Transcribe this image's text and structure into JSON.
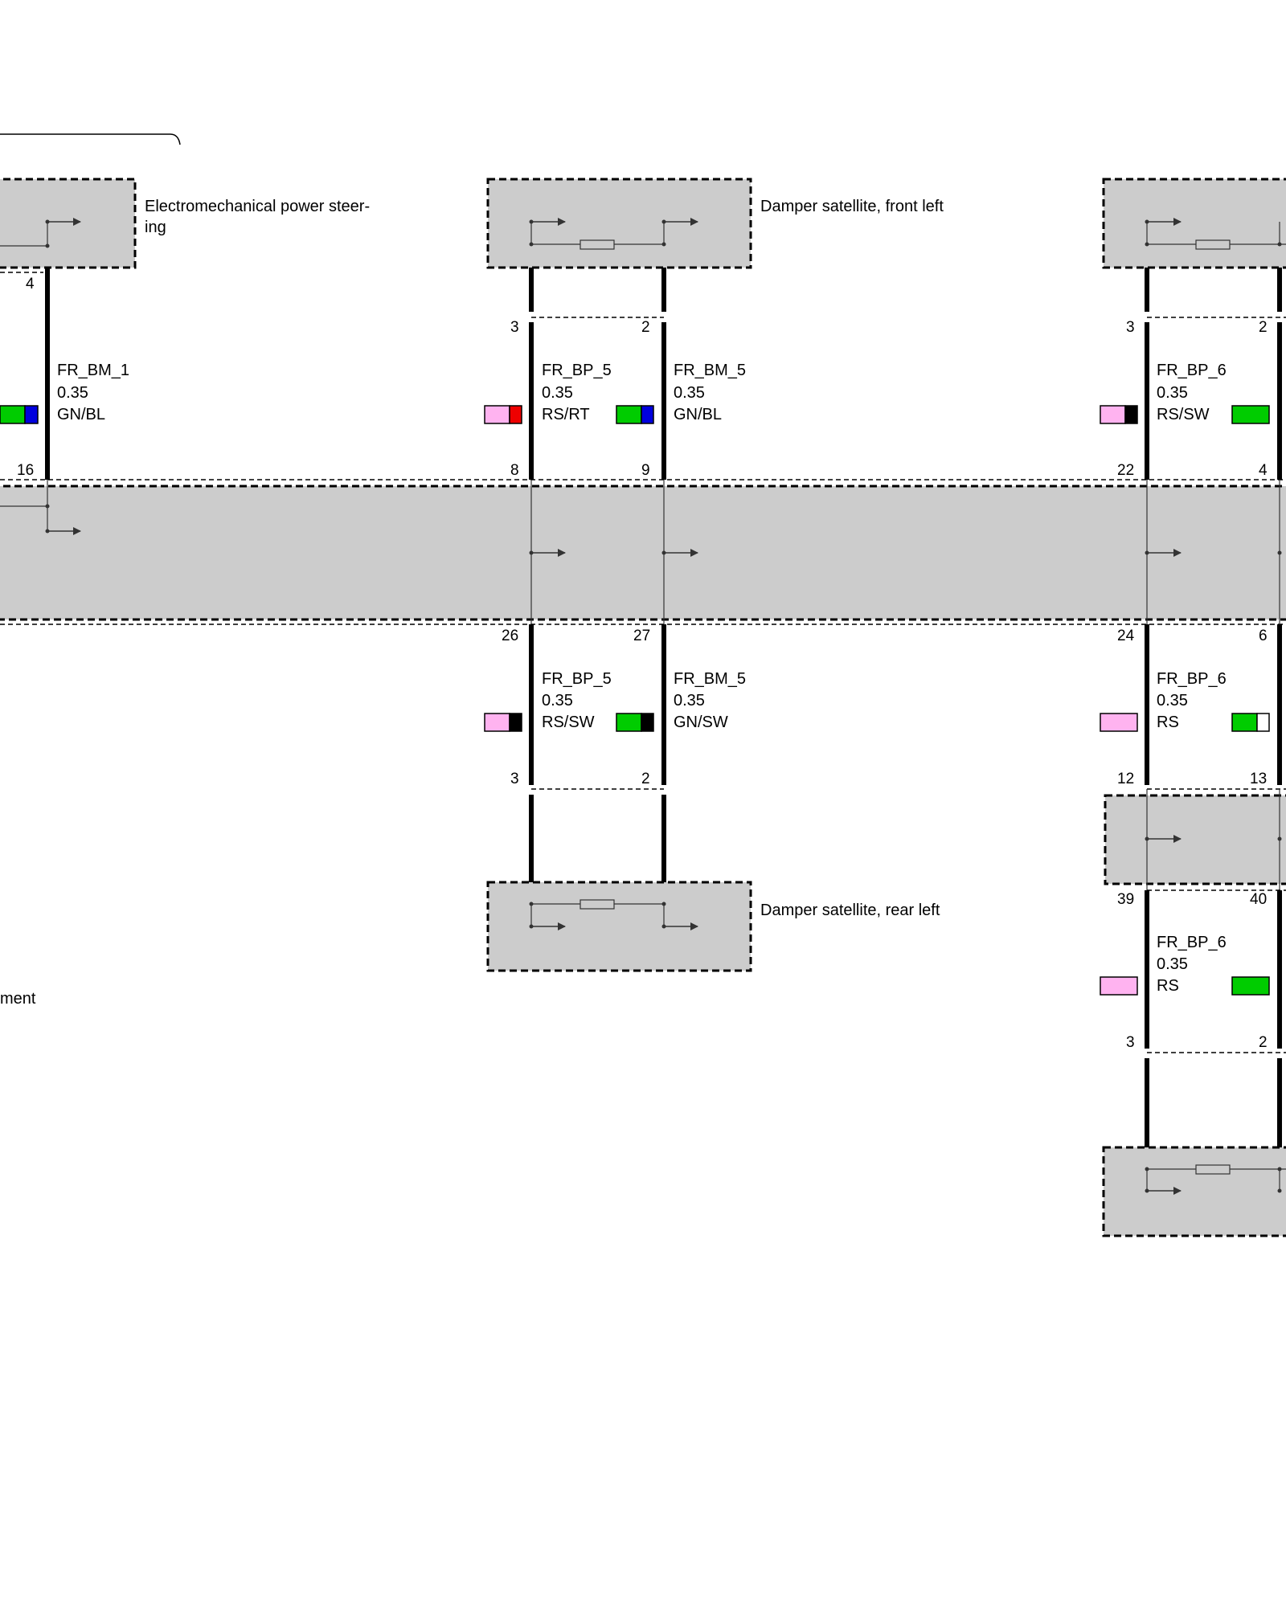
{
  "components": {
    "eps_label_line1": "Electromechanical power steer-",
    "eps_label_line2": "ing",
    "damper_front_left": "Damper satellite, front left",
    "damper_rear_left": "Damper satellite, rear left",
    "central_module_partial": "ment"
  },
  "pins": {
    "eps_pin": "4",
    "eps_bus_pin": "16",
    "dfl_p1": "3",
    "dfl_p2": "2",
    "bus_top_a": "8",
    "bus_top_b": "9",
    "bus_bot_a": "26",
    "bus_bot_b": "27",
    "drl_p1": "3",
    "drl_p2": "2",
    "dfr_p1": "3",
    "dfr_p2": "2",
    "bus_top_c": "22",
    "bus_top_d": "4",
    "bus_bot_c": "24",
    "bus_bot_d": "6",
    "mid_top_a": "12",
    "mid_top_b": "13",
    "mid_bot_a": "39",
    "mid_bot_b": "40",
    "drr_p1": "3",
    "drr_p2": "2"
  },
  "wires": {
    "w_eps": {
      "signal": "FR_BM_1",
      "size": "0.35",
      "color": "GN/BL"
    },
    "w_fl_bp": {
      "signal": "FR_BP_5",
      "size": "0.35",
      "color": "RS/RT"
    },
    "w_fl_bm": {
      "signal": "FR_BM_5",
      "size": "0.35",
      "color": "GN/BL"
    },
    "w_rl_bp": {
      "signal": "FR_BP_5",
      "size": "0.35",
      "color": "RS/SW"
    },
    "w_rl_bm": {
      "signal": "FR_BM_5",
      "size": "0.35",
      "color": "GN/SW"
    },
    "w_fr_bp": {
      "signal": "FR_BP_6",
      "size": "0.35",
      "color": "RS/SW"
    },
    "w_mr_bp": {
      "signal": "FR_BP_6",
      "size": "0.35",
      "color": "RS"
    },
    "w_rr_bp": {
      "signal": "FR_BP_6",
      "size": "0.35",
      "color": "RS"
    }
  },
  "swatch_colors": {
    "pink": "#ffb3f0",
    "green": "#00cc00",
    "blue": "#0000dd",
    "red": "#ee0000",
    "black": "#000000",
    "white": "#ffffff",
    "module_fill": "#cccccc"
  }
}
